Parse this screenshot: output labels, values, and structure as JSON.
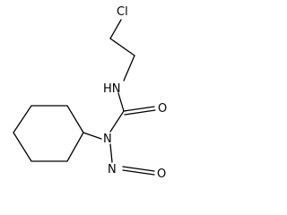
{
  "molecule": {
    "atoms": [
      {
        "id": "cl",
        "label": "Cl"
      },
      {
        "id": "nh",
        "label": "HN"
      },
      {
        "id": "o1",
        "label": "O"
      },
      {
        "id": "n2",
        "label": "N"
      },
      {
        "id": "no_o",
        "label": "O"
      },
      {
        "id": "no_n",
        "label": "N"
      }
    ],
    "bond_color": "#000000"
  }
}
